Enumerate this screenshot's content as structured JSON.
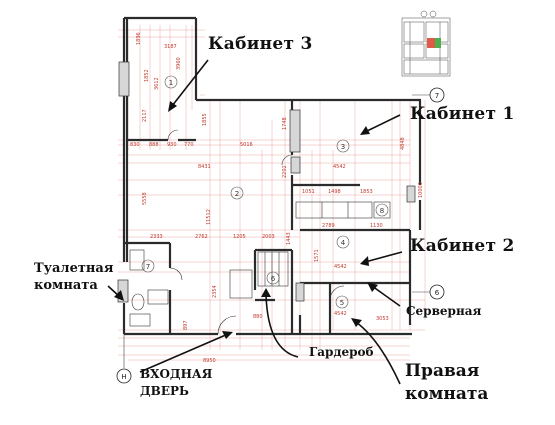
{
  "labels": {
    "cabinet3": "Кабинет 3",
    "cabinet1": "Кабинет 1",
    "cabinet2": "Кабинет 2",
    "toilet_line1": "Туалетная",
    "toilet_line2": "комната",
    "server": "Серверная",
    "wardrobe": "Гардероб",
    "entrance_line1": "ВХОДНАЯ",
    "entrance_line2": "ДВЕРЬ",
    "right_room_line1": "Правая",
    "right_room_line2": "комната"
  },
  "axes": {
    "axis_7": "7",
    "axis_6": "6",
    "axis_h": "H"
  },
  "room_numbers": {
    "r1": "1",
    "r2": "2",
    "r3": "3",
    "r4": "4",
    "r5": "5",
    "r6": "6",
    "r7": "7",
    "r8": "8"
  },
  "dimensions": {
    "d1": "1896",
    "d2": "3187",
    "d3": "3960",
    "d4": "3612",
    "d5": "1852",
    "d6": "2117",
    "d7": "830",
    "d8": "888",
    "d9": "930",
    "d10": "770",
    "d11": "5016",
    "d12": "8431",
    "d13": "1855",
    "d14": "1748",
    "d15": "4542",
    "d16": "4848",
    "d17": "2202",
    "d18": "1051",
    "d19": "1498",
    "d20": "1853",
    "d21": "2789",
    "d22": "1130",
    "d23": "5558",
    "d24": "11512",
    "d25": "2333",
    "d26": "2762",
    "d27": "1205",
    "d28": "2003",
    "d29": "1443",
    "d30": "1571",
    "d31": "4542",
    "d32": "10000",
    "d33": "2354",
    "d34": "4542",
    "d35": "8950",
    "d36": "880",
    "d37": "897",
    "d38": "3053"
  },
  "colors": {
    "wall": "#2b2b2b",
    "dimension": "#c0392b",
    "window": "#d7d7d7",
    "label": "#111111"
  }
}
